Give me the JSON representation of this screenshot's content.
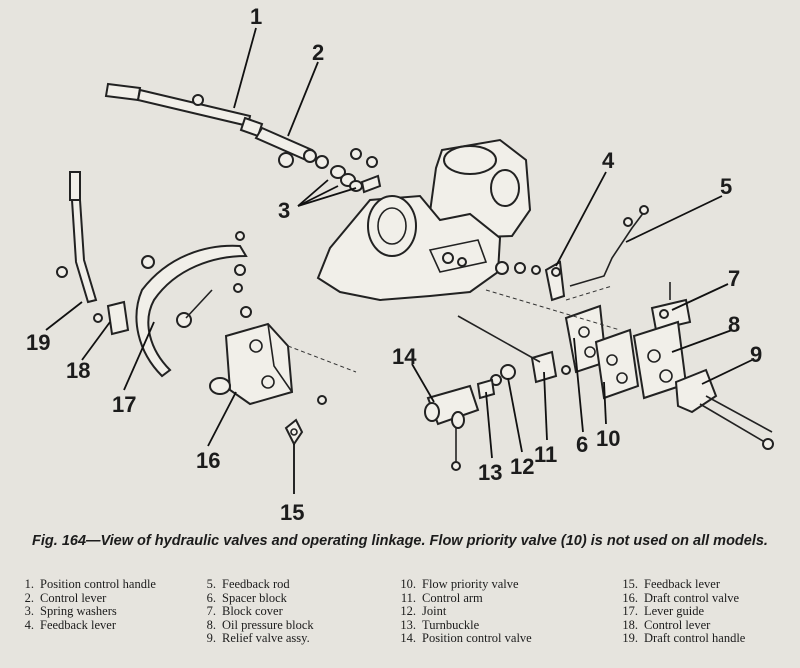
{
  "callouts": [
    "1",
    "2",
    "3",
    "4",
    "5",
    "6",
    "7",
    "8",
    "9",
    "10",
    "11",
    "12",
    "13",
    "14",
    "15",
    "16",
    "17",
    "18",
    "19"
  ],
  "caption": "Fig. 164—View of hydraulic valves and operating linkage. Flow priority valve (10) is not used on all models.",
  "legend": [
    {
      "num": "1.",
      "text": "Position control handle"
    },
    {
      "num": "2.",
      "text": "Control lever"
    },
    {
      "num": "3.",
      "text": "Spring washers"
    },
    {
      "num": "4.",
      "text": "Feedback lever"
    },
    {
      "num": "5.",
      "text": "Feedback rod"
    },
    {
      "num": "6.",
      "text": "Spacer block"
    },
    {
      "num": "7.",
      "text": "Block cover"
    },
    {
      "num": "8.",
      "text": "Oil pressure block"
    },
    {
      "num": "9.",
      "text": "Relief valve assy."
    },
    {
      "num": "10.",
      "text": "Flow priority valve"
    },
    {
      "num": "11.",
      "text": "Control arm"
    },
    {
      "num": "12.",
      "text": "Joint"
    },
    {
      "num": "13.",
      "text": "Turnbuckle"
    },
    {
      "num": "14.",
      "text": "Position control valve"
    },
    {
      "num": "15.",
      "text": "Feedback lever"
    },
    {
      "num": "16.",
      "text": "Draft control valve"
    },
    {
      "num": "17.",
      "text": "Lever guide"
    },
    {
      "num": "18.",
      "text": "Control lever"
    },
    {
      "num": "19.",
      "text": "Draft control handle"
    }
  ]
}
